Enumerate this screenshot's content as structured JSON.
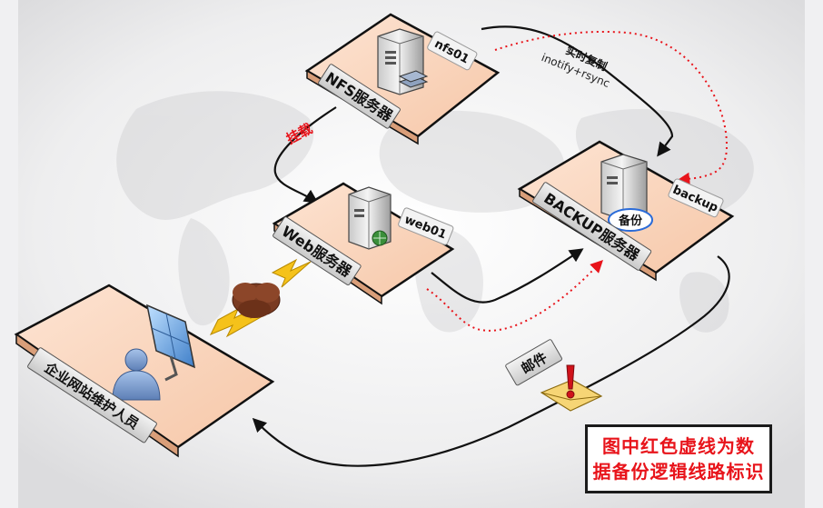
{
  "servers": {
    "nfs": {
      "label": "NFS服务器",
      "host": "nfs01"
    },
    "web": {
      "label": "Web服务器",
      "host": "web01"
    },
    "backup": {
      "label": "BACKUP服务器",
      "host": "backup",
      "badge": "备份"
    },
    "maintainer": {
      "label": "企业网站维护人员"
    }
  },
  "edges": {
    "mount": "挂载",
    "realtime_copy": "实时复制",
    "realtime_tool": "inotify+rsync",
    "mail": "邮件"
  },
  "note": {
    "line1": "图中红色虚线为数",
    "line2": "据备份逻辑线路标识"
  },
  "colors": {
    "plate_fill": "#fbd9c3",
    "plate_stroke": "#111111",
    "dashed_line": "#e8141b",
    "note_text": "#e8141b",
    "mount_text": "#e8141b"
  }
}
